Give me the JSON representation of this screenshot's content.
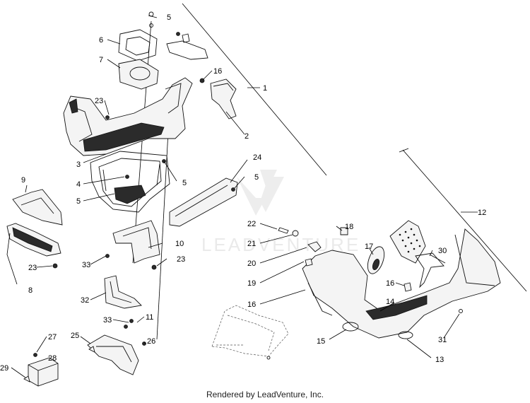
{
  "diagram": {
    "watermark": "LEADVENTURE",
    "callouts": {
      "c1": "1",
      "c2": "2",
      "c3": "3",
      "c4": "4",
      "c5a": "5",
      "c5b": "5",
      "c5c": "5",
      "c5d": "5",
      "c6": "6",
      "c7": "7",
      "c8": "8",
      "c9": "9",
      "c10": "10",
      "c11": "11",
      "c12": "12",
      "c13": "13",
      "c14": "14",
      "c15": "15",
      "c16a": "16",
      "c16b": "16",
      "c16c": "16",
      "c17": "17",
      "c18": "18",
      "c19": "19",
      "c20": "20",
      "c21": "21",
      "c22": "22",
      "c23a": "23",
      "c23b": "23",
      "c23c": "23",
      "c24": "24",
      "c25": "25",
      "c26": "26",
      "c27": "27",
      "c28": "28",
      "c29": "29",
      "c30": "30",
      "c31": "31",
      "c32": "32",
      "c33a": "33",
      "c33b": "33"
    }
  },
  "footer": {
    "credit": "Rendered by LeadVenture, Inc."
  }
}
